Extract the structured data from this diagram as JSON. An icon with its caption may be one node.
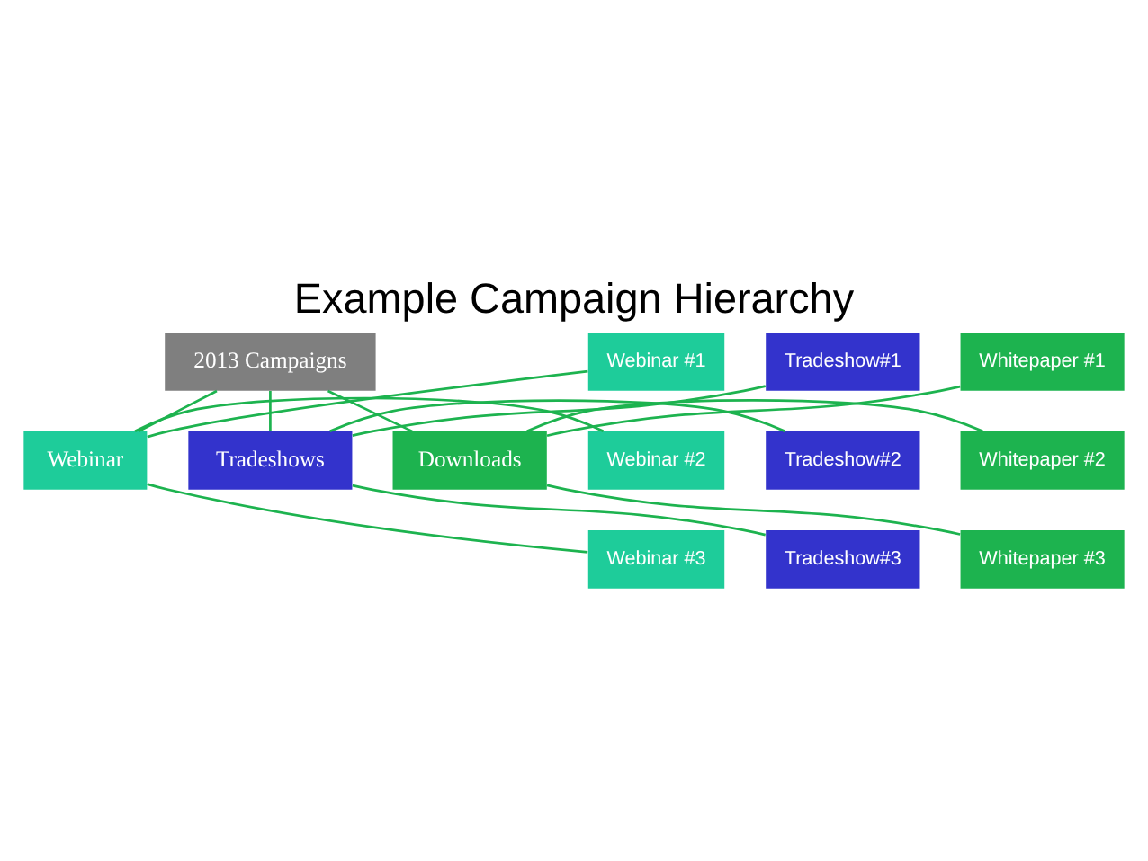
{
  "diagram": {
    "title": "Example Campaign Hierarchy",
    "nodes": [
      {
        "text": [
          "2013 Campaigns"
        ]
      },
      {
        "text": [
          "Webinar"
        ]
      },
      {
        "text": [
          "Tradeshows"
        ]
      },
      {
        "text": [
          "Downloads"
        ]
      },
      {
        "text": [
          "Webinar #1"
        ]
      },
      {
        "text": [
          "Webinar #2"
        ]
      },
      {
        "text": [
          "Webinar #3"
        ]
      },
      {
        "text": [
          "Tradeshow#1"
        ]
      },
      {
        "text": [
          "Tradeshow#2"
        ]
      },
      {
        "text": [
          "Tradeshow#3"
        ]
      },
      {
        "text": [
          "Whitepaper #1"
        ]
      },
      {
        "text": [
          "Whitepaper #2"
        ]
      },
      {
        "text": [
          "Whitepaper #3"
        ]
      }
    ],
    "edges": [
      {
        "from": 0,
        "to": 1,
        "arrow": "none"
      },
      {
        "from": 0,
        "to": 2,
        "arrow": "none"
      },
      {
        "from": 0,
        "to": 3,
        "arrow": "none"
      },
      {
        "from": 1,
        "to": 4,
        "arrow": "none"
      },
      {
        "from": 1,
        "to": 5,
        "arrow": "none"
      },
      {
        "from": 1,
        "to": 6,
        "arrow": "none"
      },
      {
        "from": 2,
        "to": 7,
        "arrow": "none"
      },
      {
        "from": 2,
        "to": 8,
        "arrow": "none"
      },
      {
        "from": 2,
        "to": 9,
        "arrow": "none"
      },
      {
        "from": 3,
        "to": 10,
        "arrow": "none"
      },
      {
        "from": 3,
        "to": 11,
        "arrow": "none"
      },
      {
        "from": 3,
        "to": 12,
        "arrow": "none"
      }
    ]
  }
}
